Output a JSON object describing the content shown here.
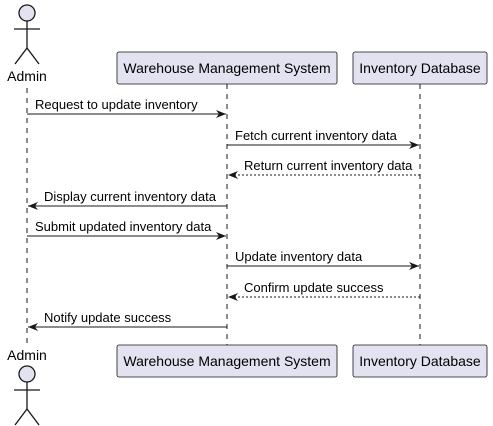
{
  "colors": {
    "participant_fill": "#e2e2f0",
    "participant_stroke": "#181818",
    "lifeline": "#181818",
    "message": "#181818",
    "actor_fill": "#e2e2f0"
  },
  "participants": [
    {
      "id": "admin",
      "kind": "actor",
      "label": "Admin"
    },
    {
      "id": "wms",
      "kind": "box",
      "label": "Warehouse Management System"
    },
    {
      "id": "db",
      "kind": "box",
      "label": "Inventory Database"
    }
  ],
  "messages": [
    {
      "from": "admin",
      "to": "wms",
      "style": "solid",
      "label": "Request to update inventory"
    },
    {
      "from": "wms",
      "to": "db",
      "style": "solid",
      "label": "Fetch current inventory data"
    },
    {
      "from": "db",
      "to": "wms",
      "style": "dashed",
      "label": "Return current inventory data"
    },
    {
      "from": "wms",
      "to": "admin",
      "style": "solid",
      "label": "Display current inventory data"
    },
    {
      "from": "admin",
      "to": "wms",
      "style": "solid",
      "label": "Submit updated inventory data"
    },
    {
      "from": "wms",
      "to": "db",
      "style": "solid",
      "label": "Update inventory data"
    },
    {
      "from": "db",
      "to": "wms",
      "style": "dashed",
      "label": "Confirm update success"
    },
    {
      "from": "wms",
      "to": "admin",
      "style": "solid",
      "label": "Notify update success"
    }
  ]
}
